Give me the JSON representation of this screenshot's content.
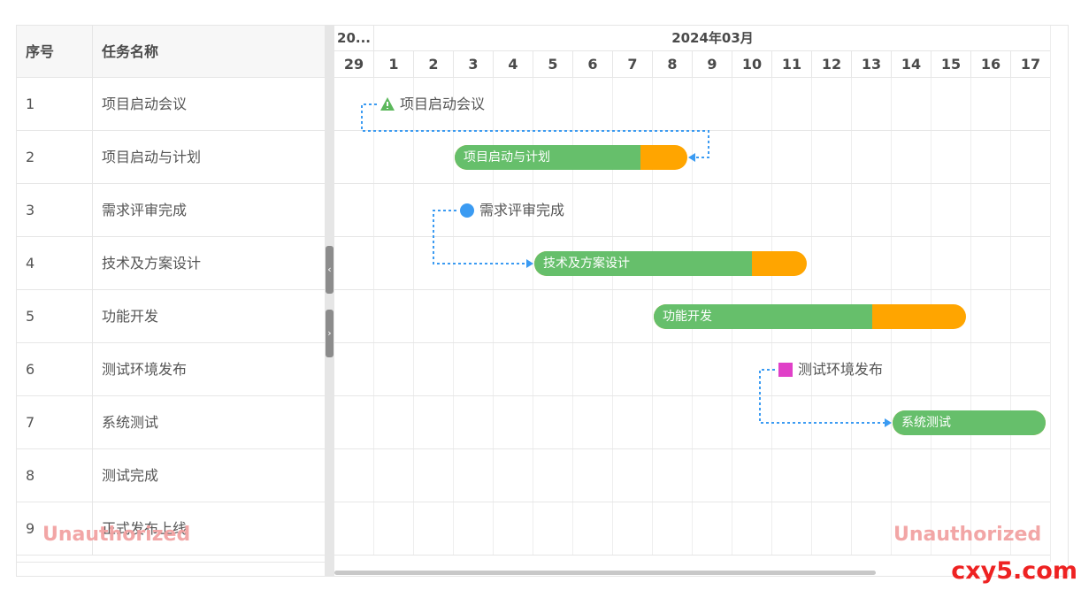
{
  "grid": {
    "columns": {
      "index": "序号",
      "name": "任务名称"
    },
    "rows": [
      {
        "index": "1",
        "name": "项目启动会议"
      },
      {
        "index": "2",
        "name": "项目启动与计划"
      },
      {
        "index": "3",
        "name": "需求评审完成"
      },
      {
        "index": "4",
        "name": "技术及方案设计"
      },
      {
        "index": "5",
        "name": "功能开发"
      },
      {
        "index": "6",
        "name": "测试环境发布"
      },
      {
        "index": "7",
        "name": "系统测试"
      },
      {
        "index": "8",
        "name": "测试完成"
      },
      {
        "index": "9",
        "name": "正式发布上线"
      }
    ]
  },
  "timeline": {
    "prev_month_label": "20...",
    "month_label": "2024年03月",
    "days": [
      "29",
      "1",
      "2",
      "3",
      "4",
      "5",
      "6",
      "7",
      "8",
      "9",
      "10",
      "11",
      "12",
      "13",
      "14",
      "15",
      "16",
      "17"
    ],
    "tasks": [
      {
        "label": "项目启动与计划",
        "start": "2024-03-03",
        "end": "2024-03-08",
        "progress": 0.8
      },
      {
        "label": "技术及方案设计",
        "start": "2024-03-05",
        "end": "2024-03-11",
        "progress": 0.8
      },
      {
        "label": "功能开发",
        "start": "2024-03-08",
        "end": "2024-03-15",
        "progress": 0.7
      },
      {
        "label": "系统测试",
        "start": "2024-03-14",
        "end": "2024-03-17",
        "progress": 1.0
      }
    ],
    "milestones": [
      {
        "label": "项目启动会议",
        "date": "2024-03-01",
        "icon": "warning-icon",
        "color": "#5cb85c"
      },
      {
        "label": "需求评审完成",
        "date": "2024-03-03",
        "icon": "circle-icon",
        "color": "#3b9bf2"
      },
      {
        "label": "测试环境发布",
        "date": "2024-03-11",
        "icon": "square-icon",
        "color": "#e040c8"
      }
    ]
  },
  "splitter": {
    "collapse_icon": "‹",
    "expand_icon": "›"
  },
  "colors": {
    "progress": "#66bf6b",
    "remaining": "#ffa500",
    "link": "#3b9bf2"
  },
  "watermarks": {
    "left": "Unauthorized",
    "right": "Unauthorized"
  },
  "brand": "cxy5.com"
}
